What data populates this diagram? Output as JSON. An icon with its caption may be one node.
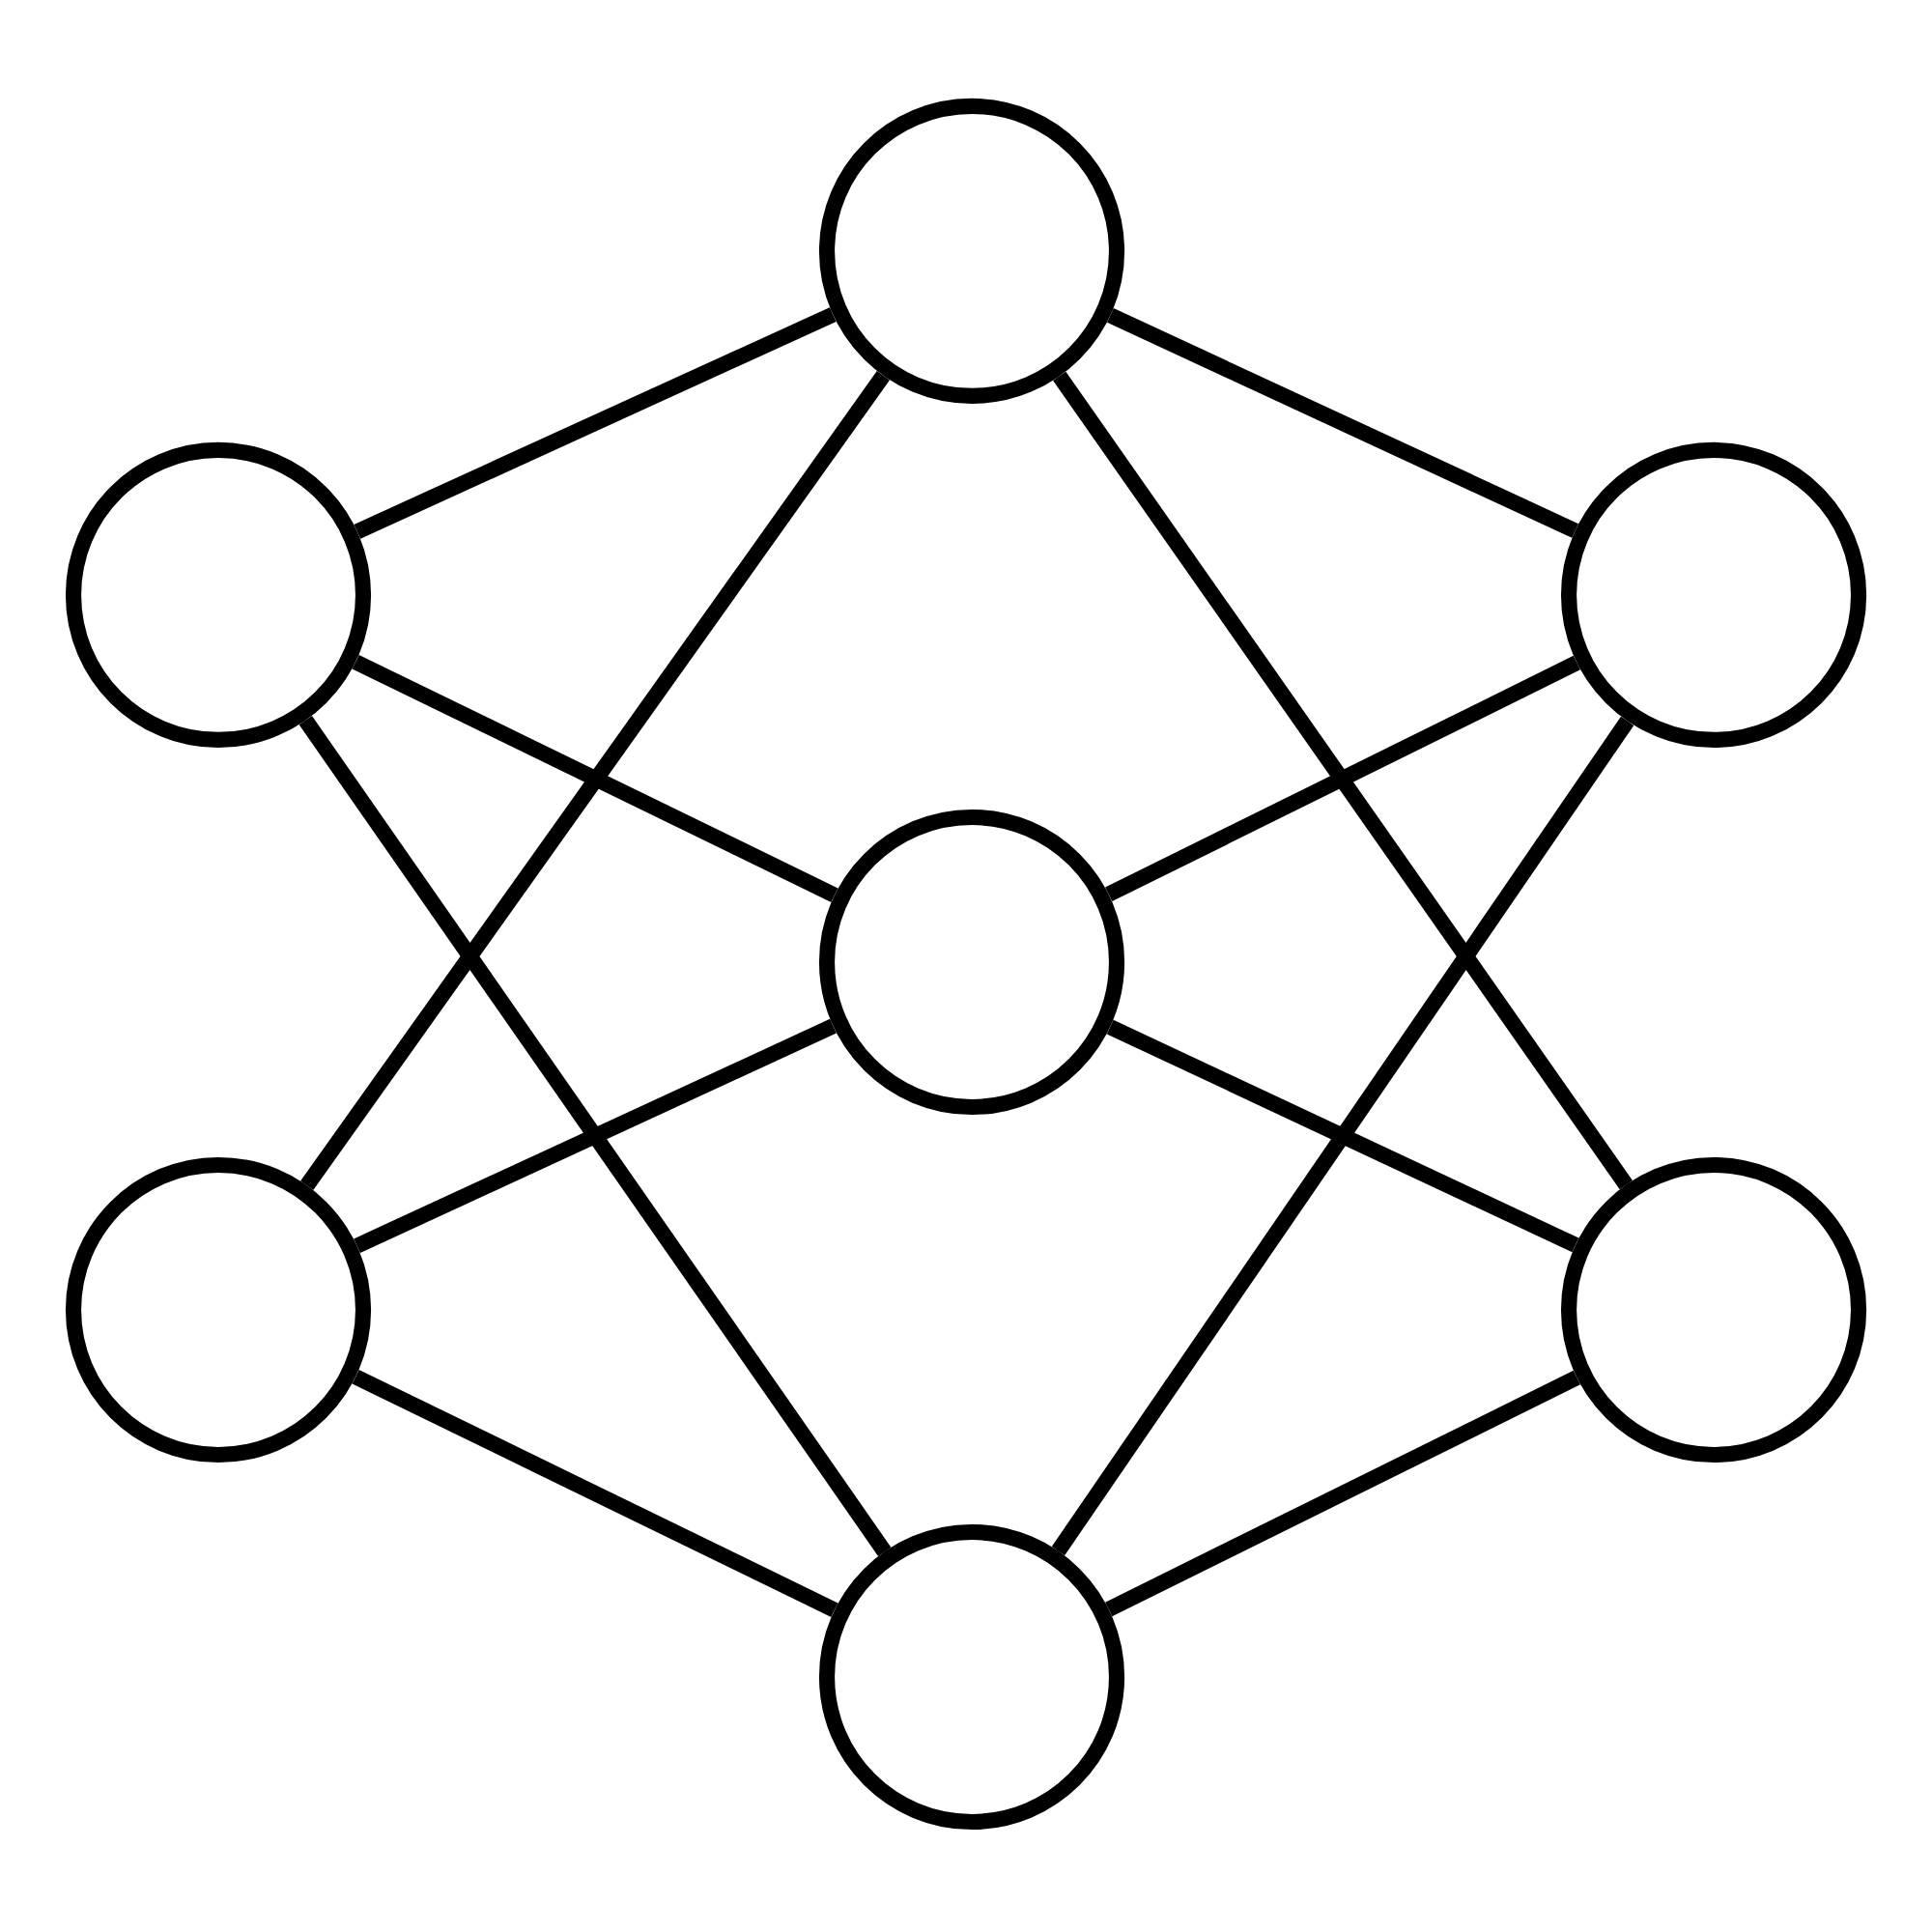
{
  "diagram": {
    "nodes": [
      {
        "text": [],
        "shape": "circle"
      },
      {
        "text": [],
        "shape": "circle"
      },
      {
        "text": [],
        "shape": "circle"
      },
      {
        "text": [],
        "shape": "circle"
      },
      {
        "text": [],
        "shape": "circle"
      },
      {
        "text": [],
        "shape": "circle"
      },
      {
        "text": [],
        "shape": "circle"
      }
    ],
    "edges": [
      {
        "from": 0,
        "to": 1,
        "arrow": "none"
      },
      {
        "from": 0,
        "to": 2,
        "arrow": "none"
      },
      {
        "from": 0,
        "to": 4,
        "arrow": "none"
      },
      {
        "from": 0,
        "to": 5,
        "arrow": "none"
      },
      {
        "from": 1,
        "to": 3,
        "arrow": "none"
      },
      {
        "from": 1,
        "to": 6,
        "arrow": "none"
      },
      {
        "from": 2,
        "to": 3,
        "arrow": "none"
      },
      {
        "from": 2,
        "to": 6,
        "arrow": "none"
      },
      {
        "from": 4,
        "to": 3,
        "arrow": "none"
      },
      {
        "from": 4,
        "to": 6,
        "arrow": "none"
      },
      {
        "from": 5,
        "to": 3,
        "arrow": "none"
      },
      {
        "from": 5,
        "to": 6,
        "arrow": "none"
      }
    ]
  }
}
